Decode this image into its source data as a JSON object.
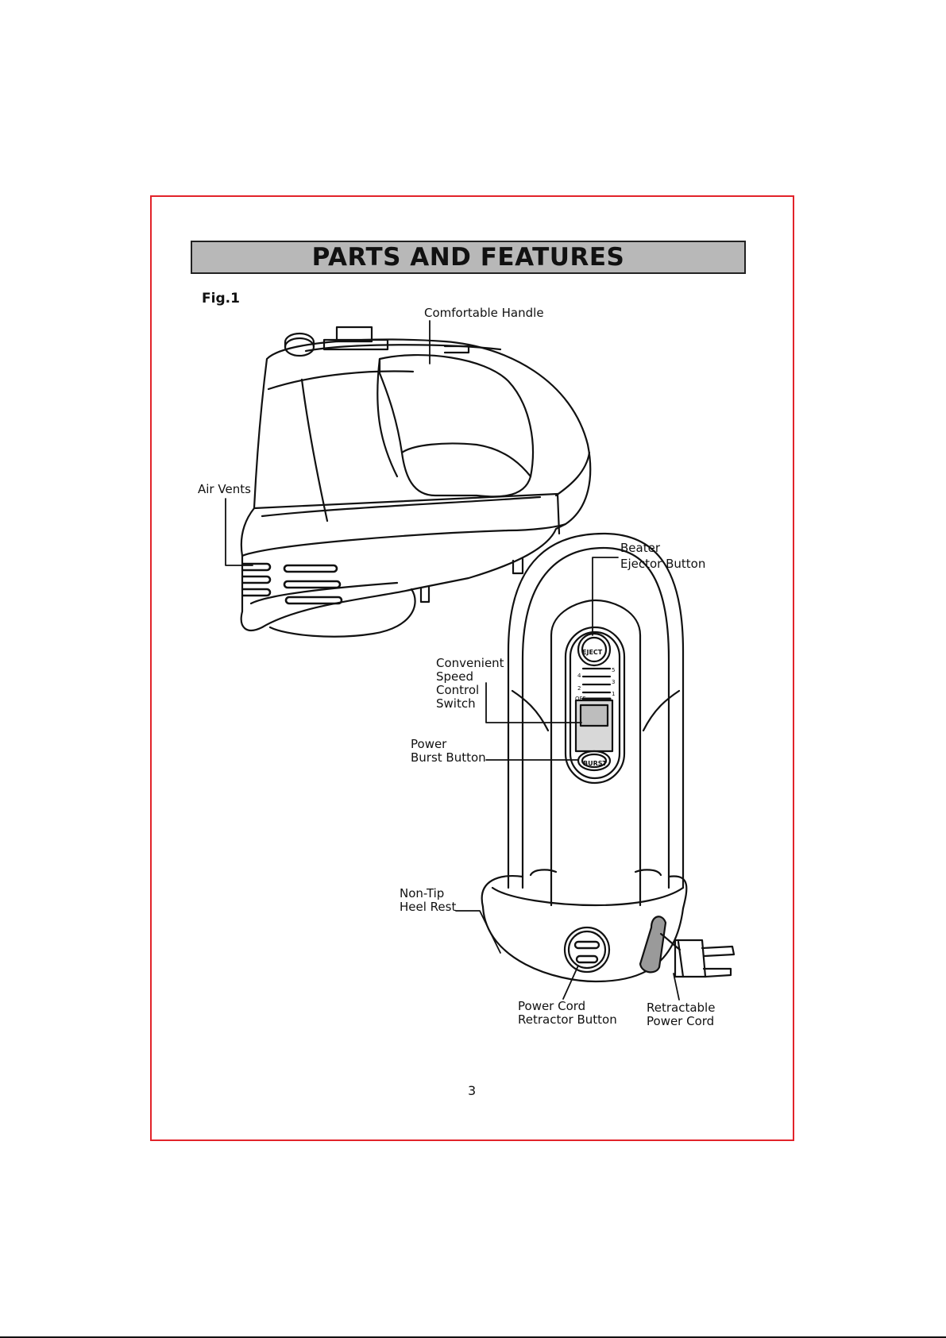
{
  "page": {
    "title": "PARTS AND FEATURES",
    "figure_label": "Fig.1",
    "page_number": "3"
  },
  "labels": {
    "comfortable_handle": "Comfortable Handle",
    "air_vents": "Air Vents",
    "beater_ejector": [
      "Beater",
      "Ejector Button"
    ],
    "speed_control": [
      "Convenient",
      "Speed",
      "Control",
      "Switch"
    ],
    "power_burst": [
      "Power",
      "Burst Button"
    ],
    "heel_rest": [
      "Non-Tip",
      "Heel Rest"
    ],
    "cord_retractor": [
      "Power Cord",
      "Retractor Button"
    ],
    "retractable_cord": [
      "Retractable",
      "Power Cord"
    ]
  },
  "device_text": {
    "eject": "EJECT",
    "burst": "BURST",
    "off": "OFF",
    "speeds": [
      "5",
      "4",
      "3",
      "2",
      "1"
    ]
  },
  "colors": {
    "frame": "#e2232a",
    "title_bar": "#b8b8b8",
    "line": "#111111"
  }
}
